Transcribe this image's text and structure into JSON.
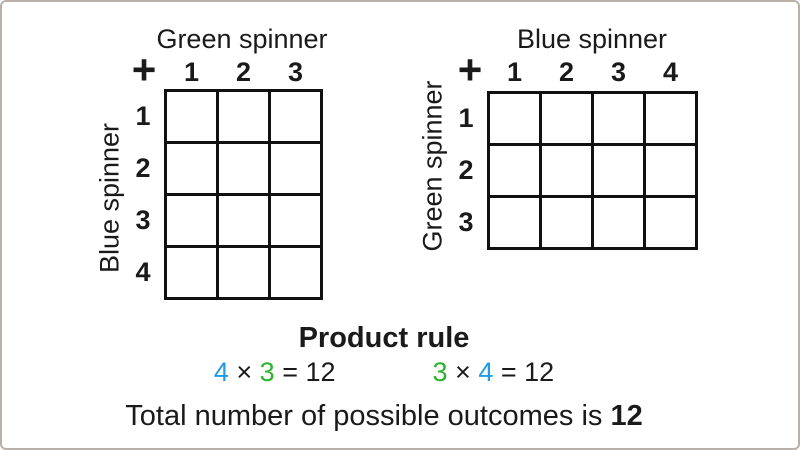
{
  "colors": {
    "blue": "#1e9be9",
    "green": "#2db32d",
    "text": "#1a1a1a",
    "frame_border": "#b9b1a8"
  },
  "left_table": {
    "title": "Green spinner",
    "plus": "+",
    "col_headers": [
      "1",
      "2",
      "3"
    ],
    "row_headers": [
      "1",
      "2",
      "3",
      "4"
    ],
    "side_label": "Blue spinner",
    "cols": 3,
    "rows": 4
  },
  "right_table": {
    "title": "Blue spinner",
    "plus": "+",
    "col_headers": [
      "1",
      "2",
      "3",
      "4"
    ],
    "row_headers": [
      "1",
      "2",
      "3"
    ],
    "side_label": "Green spinner",
    "cols": 4,
    "rows": 3
  },
  "product_rule": {
    "heading": "Product rule",
    "equations": [
      {
        "a": "4",
        "a_color": "blue",
        "op": " × ",
        "b": "3",
        "b_color": "green",
        "rest": " = 12"
      },
      {
        "a": "3",
        "a_color": "green",
        "op": " × ",
        "b": "4",
        "b_color": "blue",
        "rest": " = 12"
      }
    ]
  },
  "total_line": {
    "prefix": "Total number of possible outcomes is ",
    "value": "12"
  }
}
